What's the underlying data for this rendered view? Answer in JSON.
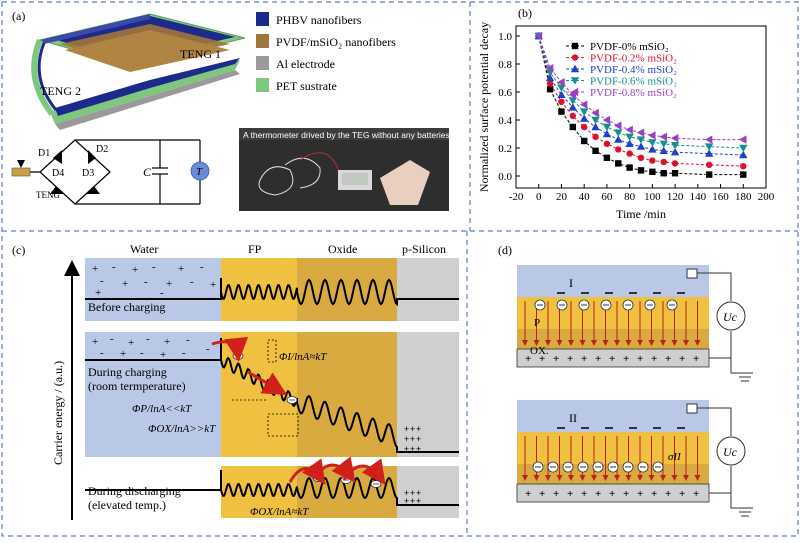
{
  "panel_a": {
    "label": "(a)",
    "teng1": "TENG 1",
    "teng2": "TENG 2",
    "legend": [
      {
        "text": "PHBV nanofibers",
        "color": "#1c2a8c"
      },
      {
        "text": "PVDF/mSiO₂ nanofibers",
        "color": "#a0763a"
      },
      {
        "text": "Al electrode",
        "color": "#9a9a9a"
      },
      {
        "text": "PET sustrate",
        "color": "#7ec87e"
      }
    ],
    "circuit": {
      "d1": "D1",
      "d2": "D2",
      "d3": "D3",
      "d4": "D4",
      "teng": "TENG",
      "c": "C",
      "t": "T"
    },
    "photo_caption": "A thermometer drived by the TEG without any batteries"
  },
  "panel_b": {
    "label": "(b)",
    "chart_data": {
      "type": "line",
      "xlabel": "Time /min",
      "ylabel": "Normalized surface potential decay",
      "xlim": [
        -20,
        200
      ],
      "ylim": [
        0,
        1.0
      ],
      "xticks": [
        -20,
        0,
        20,
        40,
        60,
        80,
        100,
        120,
        140,
        160,
        180,
        200
      ],
      "yticks": [
        0,
        0.2,
        0.4,
        0.6,
        0.8,
        1.0
      ],
      "x": [
        0,
        10,
        20,
        30,
        40,
        50,
        60,
        70,
        80,
        90,
        100,
        110,
        120,
        150,
        180
      ],
      "series": [
        {
          "name": "PVDF-0% mSiO₂",
          "color": "#000000",
          "marker": "square",
          "values": [
            1.0,
            0.62,
            0.46,
            0.35,
            0.25,
            0.18,
            0.13,
            0.09,
            0.06,
            0.04,
            0.03,
            0.02,
            0.02,
            0.01,
            0.01
          ]
        },
        {
          "name": "PVDF-0.2% mSiO₂",
          "color": "#e0102a",
          "marker": "circle",
          "values": [
            1.0,
            0.66,
            0.53,
            0.43,
            0.35,
            0.28,
            0.23,
            0.19,
            0.16,
            0.13,
            0.11,
            0.1,
            0.09,
            0.08,
            0.07
          ]
        },
        {
          "name": "PVDF-0.4% mSiO₂",
          "color": "#1f3fd0",
          "marker": "triangle-up",
          "values": [
            1.0,
            0.7,
            0.58,
            0.49,
            0.41,
            0.35,
            0.3,
            0.26,
            0.23,
            0.21,
            0.19,
            0.18,
            0.17,
            0.16,
            0.15
          ]
        },
        {
          "name": "PVDF-0.6% mSiO₂",
          "color": "#149090",
          "marker": "triangle-down",
          "values": [
            1.0,
            0.74,
            0.63,
            0.54,
            0.46,
            0.4,
            0.35,
            0.31,
            0.28,
            0.26,
            0.24,
            0.23,
            0.22,
            0.21,
            0.2
          ]
        },
        {
          "name": "PVDF-0.8% mSiO₂",
          "color": "#9a3fbf",
          "marker": "triangle-left",
          "values": [
            1.0,
            0.77,
            0.67,
            0.58,
            0.51,
            0.45,
            0.4,
            0.36,
            0.33,
            0.31,
            0.29,
            0.28,
            0.27,
            0.26,
            0.26
          ]
        }
      ]
    }
  },
  "panel_c": {
    "label": "(c)",
    "headers": [
      "Water",
      "FP",
      "Oxide",
      "p-Silicon"
    ],
    "ylabel": "Carrier energy / (a.u.)",
    "before": "Before charging",
    "during_line1": "During charging",
    "during_line2": "(room termperature)",
    "phi_i": "ΦI/lnA≈kT",
    "phi_p": "ΦP/lnA<<kT",
    "phi_ox": "ΦOX/lnA>>kT",
    "discharge_line1": "During discharging",
    "discharge_line2": "(elevated temp.)",
    "phi_ox_bottom": "ΦOX/lnA≈kT"
  },
  "panel_d": {
    "label": "(d)",
    "top_roman": "I",
    "bottom_roman": "II",
    "layer_p": "P",
    "layer_ox": "OX.",
    "uc": "Uc",
    "sigma": "σII"
  }
}
